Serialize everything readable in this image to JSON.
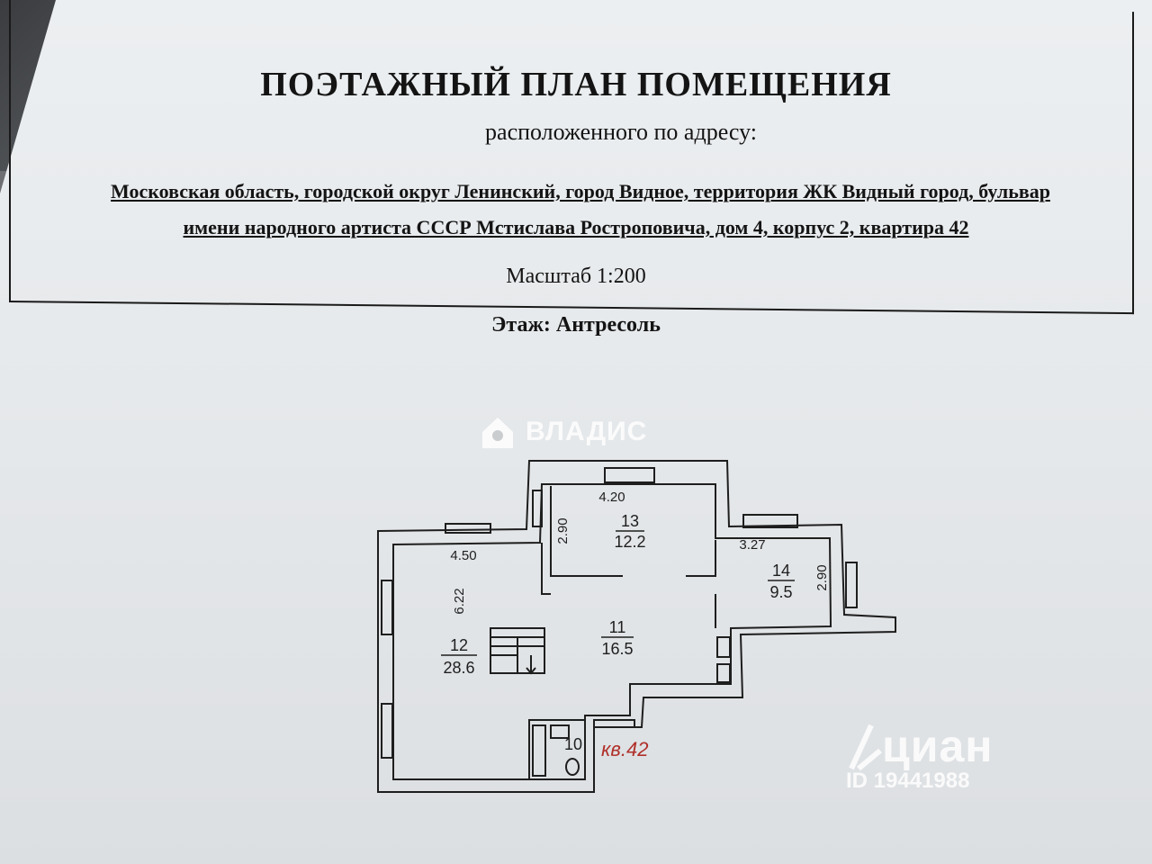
{
  "header": {
    "title": "ПОЭТАЖНЫЙ ПЛАН ПОМЕЩЕНИЯ",
    "subtitle": "расположенного по адресу:",
    "address_line1": "Московская область, городской округ Ленинский, город Видное, территория ЖК Видный город, бульвар",
    "address_line2": "имени народного артиста СССР Мстислава Ростроповича, дом 4, корпус 2, квартира 42",
    "scale": "Масштаб 1:200",
    "floor": "Этаж: Антресоль"
  },
  "plan": {
    "rooms": [
      {
        "number": "13",
        "area": "12.2"
      },
      {
        "number": "14",
        "area": "9.5"
      },
      {
        "number": "11",
        "area": "16.5"
      },
      {
        "number": "12",
        "area": "28.6"
      },
      {
        "number": "10",
        "area": ""
      }
    ],
    "dimensions": {
      "d_420": "4.20",
      "d_290a": "2.90",
      "d_450": "4.50",
      "d_622": "6.22",
      "d_327": "3.27",
      "d_290b": "2.90"
    },
    "apartment_mark": "кв.42"
  },
  "watermarks": {
    "vladis": "ВЛАДИС",
    "cian_name": "циан",
    "cian_id": "ID 19441988"
  },
  "colors": {
    "paper": "#e8ebed",
    "ink": "#141414",
    "apartment_mark": "#b0302a"
  }
}
